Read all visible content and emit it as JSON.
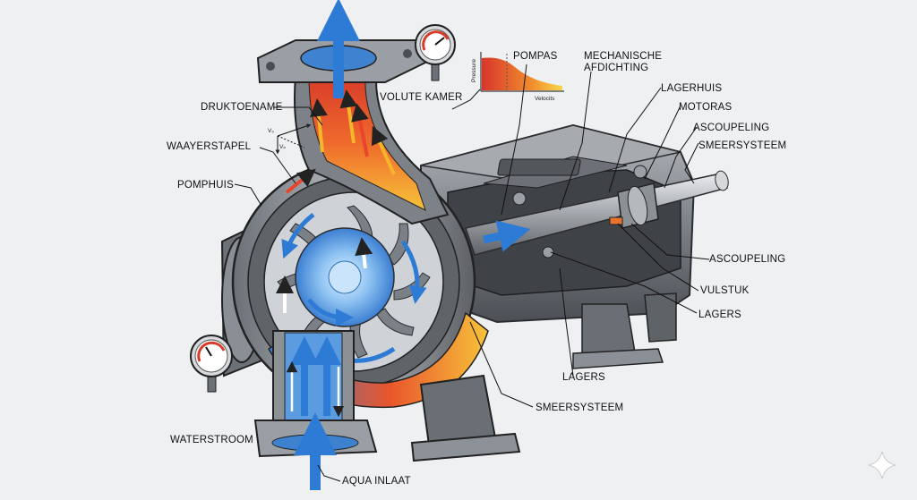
{
  "labels": {
    "druktoename": "DRUKTOENAME",
    "waayerstapel": "WAAYERSTAPEL",
    "pomphuis": "POMPHUIS",
    "waterstroom": "WATERSTROOM",
    "aqua_inlaat": "AQUA INLAAT",
    "volute_kamer": "VOLUTE KAMER",
    "pompas": "POMPAS",
    "mechanische": "MECHANISCHE",
    "afdichting": "AFDICHTING",
    "lagerhuis": "LAGERHUIS",
    "motoras": "MOTORAS",
    "ascoupeling_top": "ASCOUPELING",
    "smeersysteem_top": "SMEERSYSTEEM",
    "ascoupeling_right": "ASCOUPELING",
    "vulstuk": "VULSTUK",
    "lagers_right": "LAGERS",
    "lagers_bottom": "LAGERS",
    "smeersysteem_bottom": "SMEERSYSTEEM"
  },
  "velocity_diagram": {
    "vo": "V₀",
    "vp": "Vₚ"
  },
  "mini_chart": {
    "ylabel": "Pressure",
    "xlabel": "Velocits"
  },
  "colors": {
    "metal_dark": "#5a5e63",
    "metal_mid": "#8a8f95",
    "metal_light": "#c9ccd0",
    "flow_cold": "#2e7bd6",
    "flow_hot": "#e8452c",
    "flow_warm": "#f5b62a"
  }
}
